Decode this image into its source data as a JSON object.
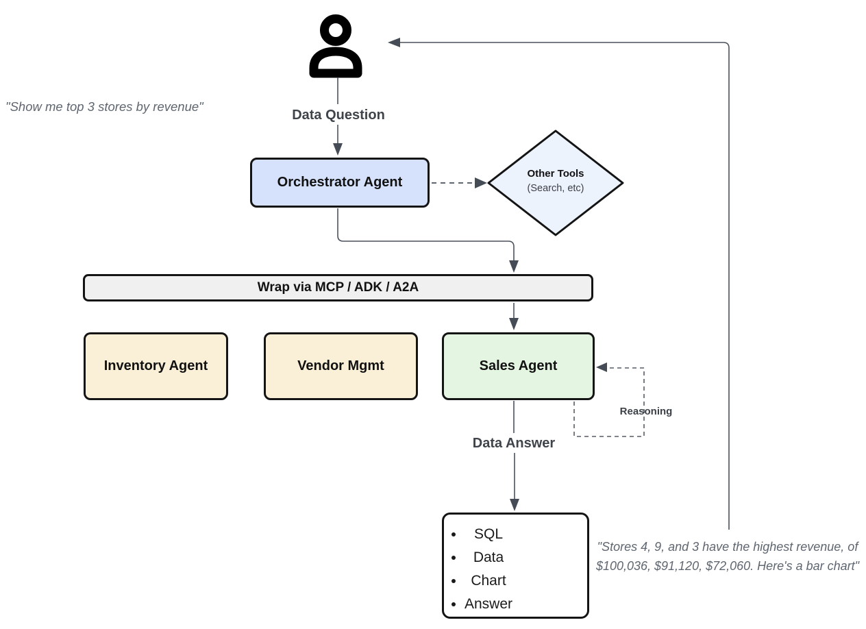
{
  "diagram": {
    "user_quote": "\"Show me top 3 stores by revenue\"",
    "answer_quote": "\"Stores 4, 9, and 3 have the highest revenue, of $100,036, $91,120, $72,060. Here's a bar chart\"",
    "labels": {
      "data_question": "Data Question",
      "data_answer": "Data Answer",
      "reasoning": "Reasoning"
    },
    "nodes": {
      "orchestrator": {
        "label": "Orchestrator Agent"
      },
      "other_tools": {
        "title": "Other Tools",
        "subtitle": "(Search, etc)"
      },
      "wrap": {
        "label": "Wrap via MCP / ADK / A2A"
      },
      "inventory": {
        "label": "Inventory Agent"
      },
      "vendor": {
        "label": "Vendor Mgmt"
      },
      "sales": {
        "label": "Sales Agent"
      },
      "output": {
        "items": [
          "SQL",
          "Data",
          "Chart",
          "Answer"
        ]
      }
    },
    "icons": {
      "user": "person-icon"
    },
    "colors": {
      "orchestrator_fill": "#d6e2fb",
      "other_tools_fill": "#edf3fd",
      "wrap_fill": "#f0f0f0",
      "sub_agent_fill": "#faf0d8",
      "sales_fill": "#e4f5e2",
      "output_fill": "#ffffff",
      "node_border": "#141414",
      "connector": "#4a515c",
      "quote_text": "#5f6670",
      "label_text": "#3f434a"
    }
  }
}
